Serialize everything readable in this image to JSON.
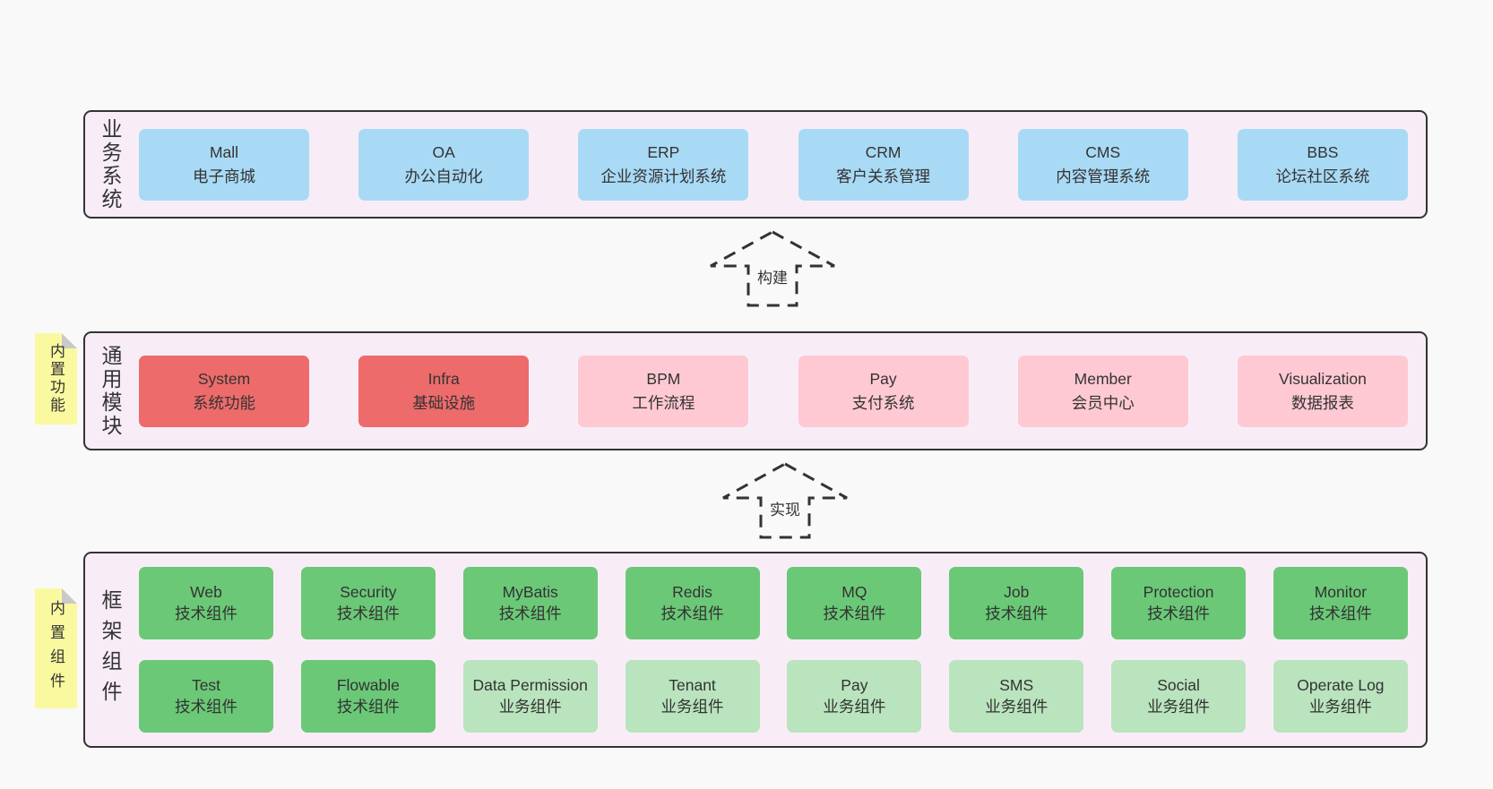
{
  "palette": {
    "page_bg": "#f9f9f9",
    "container_bg": "#f8edf7",
    "container_border": "#333333",
    "box_blue": "#a9daf5",
    "box_red": "#ee6b6b",
    "box_pink": "#ffc9d3",
    "box_green": "#6bc877",
    "box_green_light": "#b9e4bd",
    "note_bg": "#fbf9a0",
    "note_fold": "#c9c9c9",
    "text": "#333333"
  },
  "business": {
    "label": "业务系统",
    "boxes": [
      {
        "en": "Mall",
        "zh": "电子商城"
      },
      {
        "en": "OA",
        "zh": "办公自动化"
      },
      {
        "en": "ERP",
        "zh": "企业资源计划系统"
      },
      {
        "en": "CRM",
        "zh": "客户关系管理"
      },
      {
        "en": "CMS",
        "zh": "内容管理系统"
      },
      {
        "en": "BBS",
        "zh": "论坛社区系统"
      }
    ]
  },
  "arrows": [
    {
      "label": "构建"
    },
    {
      "label": "实现"
    }
  ],
  "modules": {
    "label": "通用模块",
    "note": "内置功能",
    "boxes": [
      {
        "en": "System",
        "zh": "系统功能"
      },
      {
        "en": "Infra",
        "zh": "基础设施"
      },
      {
        "en": "BPM",
        "zh": "工作流程"
      },
      {
        "en": "Pay",
        "zh": "支付系统"
      },
      {
        "en": "Member",
        "zh": "会员中心"
      },
      {
        "en": "Visualization",
        "zh": "数据报表"
      }
    ]
  },
  "framework": {
    "label": "框架组件",
    "note": "内置组件",
    "rows": [
      [
        {
          "en": "Web",
          "zh": "技术组件"
        },
        {
          "en": "Security",
          "zh": "技术组件"
        },
        {
          "en": "MyBatis",
          "zh": "技术组件"
        },
        {
          "en": "Redis",
          "zh": "技术组件"
        },
        {
          "en": "MQ",
          "zh": "技术组件"
        },
        {
          "en": "Job",
          "zh": "技术组件"
        },
        {
          "en": "Protection",
          "zh": "技术组件"
        },
        {
          "en": "Monitor",
          "zh": "技术组件"
        }
      ],
      [
        {
          "en": "Test",
          "zh": "技术组件"
        },
        {
          "en": "Flowable",
          "zh": "技术组件"
        },
        {
          "en": "Data Permission",
          "zh": "业务组件"
        },
        {
          "en": "Tenant",
          "zh": "业务组件"
        },
        {
          "en": "Pay",
          "zh": "业务组件"
        },
        {
          "en": "SMS",
          "zh": "业务组件"
        },
        {
          "en": "Social",
          "zh": "业务组件"
        },
        {
          "en": "Operate Log",
          "zh": "业务组件"
        }
      ]
    ]
  }
}
